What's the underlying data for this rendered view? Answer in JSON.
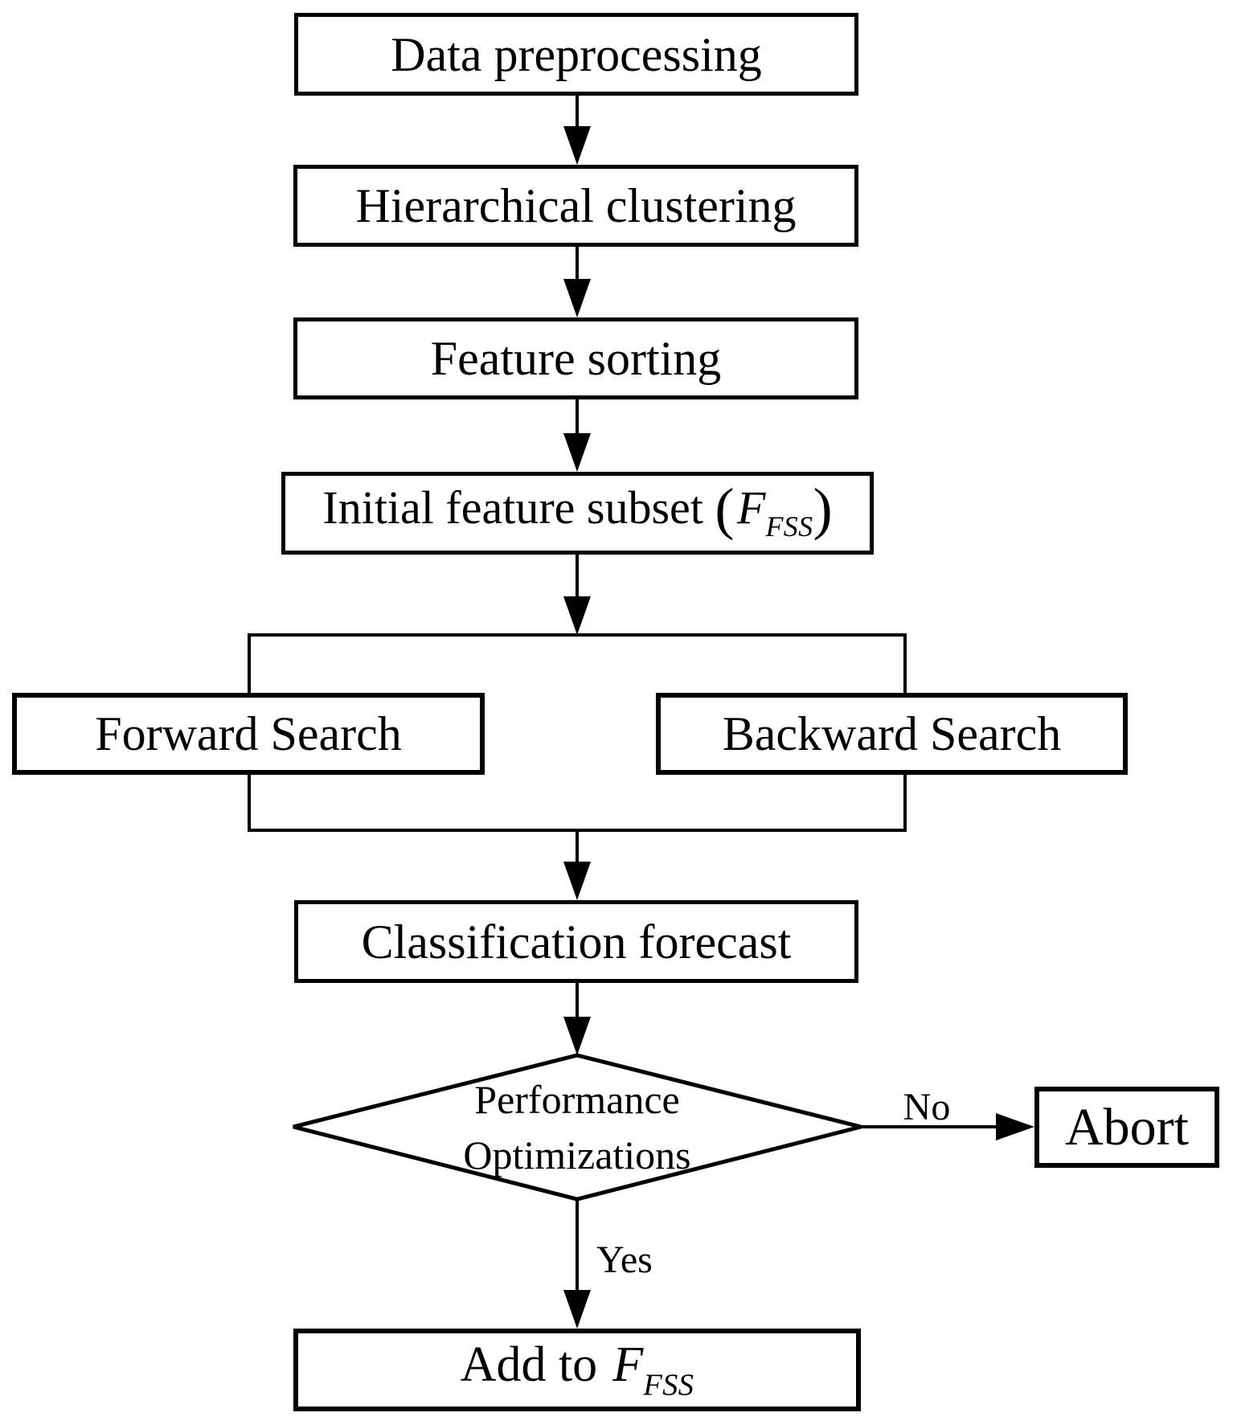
{
  "flowchart": {
    "title_hint": "Feature subset selection flowchart",
    "colors": {
      "stroke": "#000000",
      "background": "#ffffff",
      "node_fill": "#ffffff"
    },
    "nodes": {
      "data_preprocessing": {
        "label": "Data preprocessing"
      },
      "hierarchical_clustering": {
        "label": "Hierarchical clustering"
      },
      "feature_sorting": {
        "label": "Feature sorting"
      },
      "initial_subset": {
        "prefix": "Initial feature subset ",
        "open_paren": "(",
        "symbol": "F",
        "subscript": "FSS",
        "close_paren": ")"
      },
      "forward_search": {
        "label": "Forward Search"
      },
      "backward_search": {
        "label": "Backward Search"
      },
      "classification_forecast": {
        "label": "Classification forecast"
      },
      "performance_decision": {
        "line1": "Performance",
        "line2": "Optimizations"
      },
      "abort": {
        "label": "Abort"
      },
      "add_to_subset": {
        "prefix": "Add to ",
        "symbol": "F",
        "subscript": "FSS"
      }
    },
    "edge_labels": {
      "no": "No",
      "yes": "Yes"
    }
  }
}
